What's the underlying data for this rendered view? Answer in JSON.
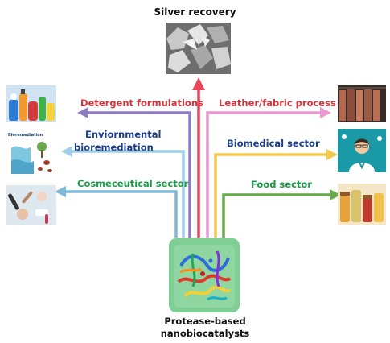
{
  "top": {
    "title": "Silver recovery"
  },
  "left": [
    {
      "line1": "Detergent formulations",
      "line2": "",
      "color": "#d8323a"
    },
    {
      "line1": "Enviornmental",
      "line2": "bioremediation",
      "color": "#1b3e8c"
    },
    {
      "line1": "Cosmeceutical sector",
      "line2": "",
      "color": "#1c9a4a"
    }
  ],
  "right": [
    {
      "line1": "Leather/fabric process",
      "color": "#d8323a"
    },
    {
      "line1": "Biomedical sector",
      "color": "#1b3e8c"
    },
    {
      "line1": "Food sector",
      "color": "#1c9a4a"
    }
  ],
  "center": {
    "line1": "Protease-based",
    "line2": "nanobiocatalysts"
  },
  "thumbs": {
    "bioremediation_caption": "Bioremediation"
  },
  "colors": {
    "red_arrow": "#e8465a",
    "purple_arrow": "#8e7cc3",
    "light_blue_arrow": "#9fcfe6",
    "sky_arrow": "#7fb7d8",
    "pink_arrow": "#e89ad0",
    "yellow_arrow": "#f2c94c",
    "green_arrow": "#6aa84f",
    "core_box": "#7fcf95"
  },
  "icons": [
    "silver-crystals-image",
    "cleaning-products-image",
    "bioremediation-image",
    "cosmetics-image",
    "leather-hides-image",
    "doctor-image",
    "food-jars-image",
    "protein-structure-image"
  ]
}
